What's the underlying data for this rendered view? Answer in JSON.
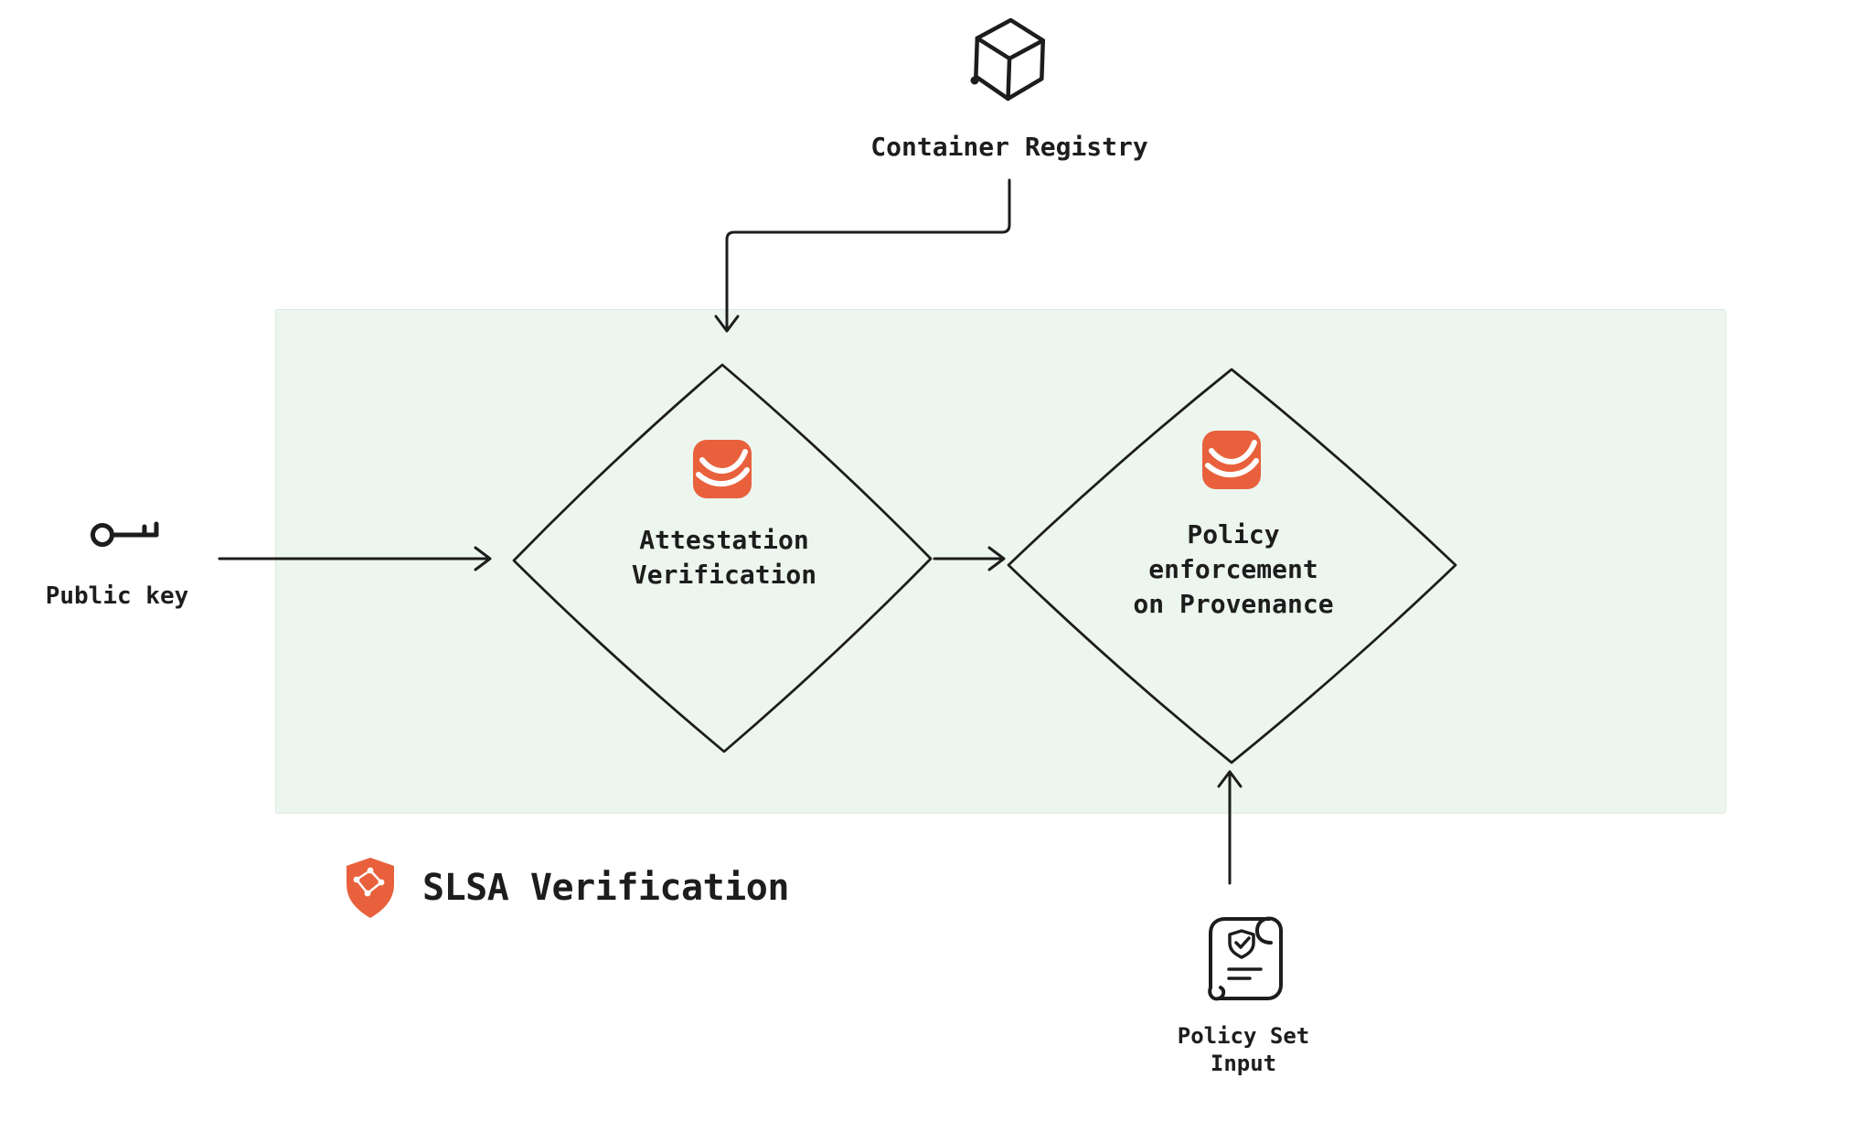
{
  "colors": {
    "bg": "#ffffff",
    "ink": "#1d1d1d",
    "accent-orange": "#e8613c",
    "zone-green": "#ecf6ef",
    "zone-border": "#dcebe1"
  },
  "nodes": {
    "container_registry": {
      "label": "Container Registry",
      "icon": "cube-3d-icon"
    },
    "attestation": {
      "label": "Attestation\nVerification",
      "icon": "attestation-badge-icon"
    },
    "policy_enforcement": {
      "label": "Policy\nenforcement\non Provenance",
      "icon": "attestation-badge-icon"
    },
    "public_key": {
      "label": "Public key",
      "icon": "key-icon"
    },
    "slsa_zone": {
      "label": "SLSA Verification",
      "icon": "slsa-shield-icon"
    },
    "policy_set_input": {
      "label": "Policy Set\nInput",
      "icon": "policy-scroll-icon"
    }
  },
  "edges": [
    {
      "from": "container_registry",
      "to": "attestation"
    },
    {
      "from": "public_key",
      "to": "attestation"
    },
    {
      "from": "attestation",
      "to": "policy_enforcement"
    },
    {
      "from": "policy_set_input",
      "to": "policy_enforcement"
    }
  ]
}
